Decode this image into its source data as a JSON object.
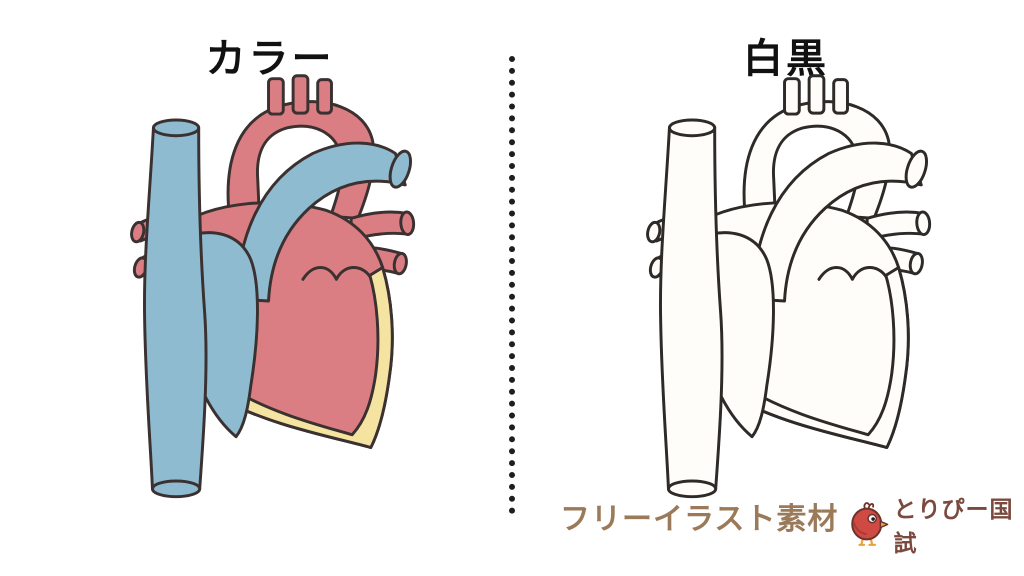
{
  "header": {
    "left_title": "カラー",
    "right_title": "白黒"
  },
  "footer": {
    "material_label": "フリーイラスト素材",
    "brand_name": "とりぴー国試"
  },
  "icons": {
    "bird_mascot": "bird-mascot-icon",
    "left_figure": "heart-color-illustration",
    "right_figure": "heart-bw-illustration"
  },
  "colors": {
    "background": "#FFFFFF",
    "title_text": "#111111",
    "divider_dots": "#1E1E1E",
    "heart_red": "#DB7E84",
    "heart_blue": "#8FBBD1",
    "heart_yellow": "#F4E3A1",
    "heart_outline": "#3A3130",
    "bw_fill": "#FFFDF9",
    "bw_outline": "#2D2A28",
    "footer_text": "#9B7A5A",
    "brand_text": "#7B4A3E",
    "bird_body": "#CF4A42",
    "bird_beak": "#F0A23C"
  }
}
